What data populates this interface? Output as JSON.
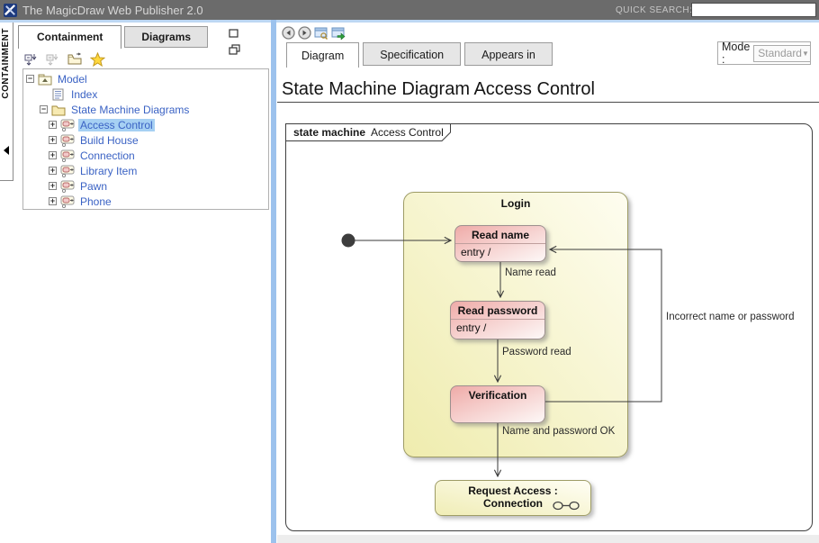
{
  "header": {
    "app_title": "The MagicDraw Web Publisher 2.0",
    "quick_search_label": "QUICK SEARCH:",
    "quick_search_value": ""
  },
  "sidebar": {
    "vertical_tab_label": "CONTAINMENT",
    "tabs": [
      {
        "label": "Containment",
        "active": true
      },
      {
        "label": "Diagrams",
        "active": false
      }
    ],
    "toolbar_icons": [
      "collapse-all-icon",
      "collapse-selected-icon",
      "open-folder-icon",
      "favorites-star-icon"
    ],
    "window_icons": [
      "minimize-icon",
      "restore-icon"
    ],
    "tree": {
      "items": [
        {
          "label": "Model",
          "level": 0,
          "expander": "minus",
          "icon": "package-icon",
          "selected": false
        },
        {
          "label": "Index",
          "level": 1,
          "expander": "none",
          "icon": "index-icon",
          "selected": false
        },
        {
          "label": "State Machine Diagrams",
          "level": 1,
          "expander": "minus",
          "icon": "folder-icon",
          "selected": false
        },
        {
          "label": "Access Control",
          "level": 2,
          "expander": "plus",
          "icon": "state-diagram-icon",
          "selected": true
        },
        {
          "label": "Build House",
          "level": 2,
          "expander": "plus",
          "icon": "state-diagram-icon",
          "selected": false
        },
        {
          "label": "Connection",
          "level": 2,
          "expander": "plus",
          "icon": "state-diagram-icon",
          "selected": false
        },
        {
          "label": "Library Item",
          "level": 2,
          "expander": "plus",
          "icon": "state-diagram-icon",
          "selected": false
        },
        {
          "label": "Pawn",
          "level": 2,
          "expander": "plus",
          "icon": "state-diagram-icon",
          "selected": false
        },
        {
          "label": "Phone",
          "level": 2,
          "expander": "plus",
          "icon": "state-diagram-icon",
          "selected": false
        }
      ]
    }
  },
  "main": {
    "toolbar_icons": [
      "back-icon",
      "forward-icon",
      "preview-window-icon",
      "open-in-window-icon"
    ],
    "tabs": [
      {
        "label": "Diagram",
        "active": true
      },
      {
        "label": "Specification",
        "active": false
      },
      {
        "label": "Appears in",
        "active": false
      }
    ],
    "mode": {
      "label": "Mode :",
      "value": "Standard"
    },
    "page_title": "State Machine Diagram Access Control",
    "diagram": {
      "frame": {
        "keyword": "state machine",
        "name": "Access Control"
      },
      "login": {
        "title": "Login"
      },
      "states": {
        "read_name": {
          "title": "Read name",
          "body": "entry /"
        },
        "read_password": {
          "title": "Read password",
          "body": "entry /"
        },
        "verification": {
          "title": "Verification",
          "body": ""
        }
      },
      "request_access": {
        "title": "Request Access : Connection",
        "icon": "submachine-link-icon"
      },
      "labels": {
        "name_read": "Name read",
        "password_read": "Password read",
        "name_password_ok": "Name and password OK",
        "incorrect": "Incorrect name or password"
      }
    }
  },
  "colors": {
    "topbar_bg": "#6b6b6b",
    "divider_blue": "#9cc2ed",
    "tree_text": "#3a62c4",
    "tree_selection": "#a6d0f3",
    "state_pink": "#efaba8",
    "state_yellow": "#efecae",
    "state_border_olive": "#9e9c66",
    "wire": "#3a3a3a"
  }
}
